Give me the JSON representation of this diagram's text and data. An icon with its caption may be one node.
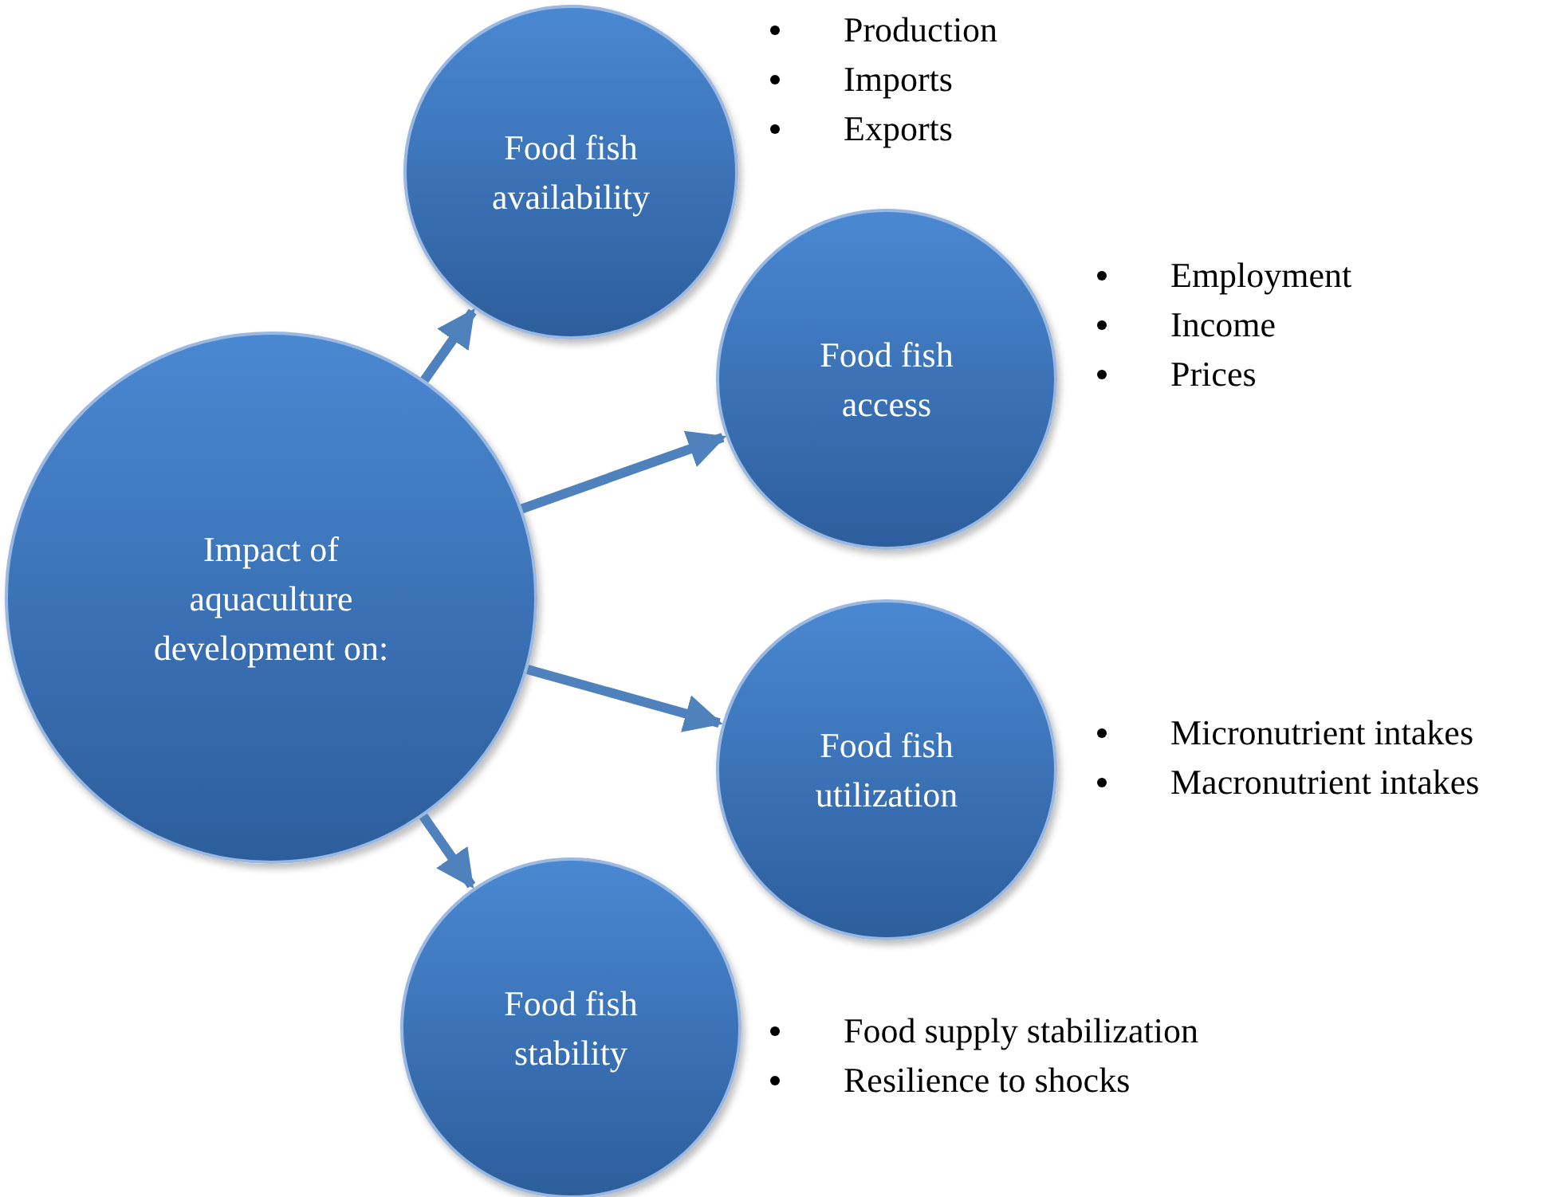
{
  "diagram": {
    "nodes": [
      {
        "text": [
          "Impact of aquaculture development on:"
        ]
      },
      {
        "text": [
          "Food fish availability"
        ],
        "beside": [
          "Production",
          "Imports",
          "Exports"
        ]
      },
      {
        "text": [
          "Food fish access"
        ],
        "beside": [
          "Employment",
          "Income",
          "Prices"
        ]
      },
      {
        "text": [
          "Food fish utilization"
        ],
        "beside": [
          "Micronutrient intakes",
          "Macronutrient intakes"
        ]
      },
      {
        "text": [
          "Food fish stability"
        ],
        "beside": [
          "Food supply stabilization",
          "Resilience to shocks"
        ]
      }
    ],
    "edges": [
      {
        "from": 0,
        "to": 1,
        "arrow": "to"
      },
      {
        "from": 0,
        "to": 2,
        "arrow": "to"
      },
      {
        "from": 0,
        "to": 3,
        "arrow": "to"
      },
      {
        "from": 0,
        "to": 4,
        "arrow": "to"
      }
    ]
  }
}
